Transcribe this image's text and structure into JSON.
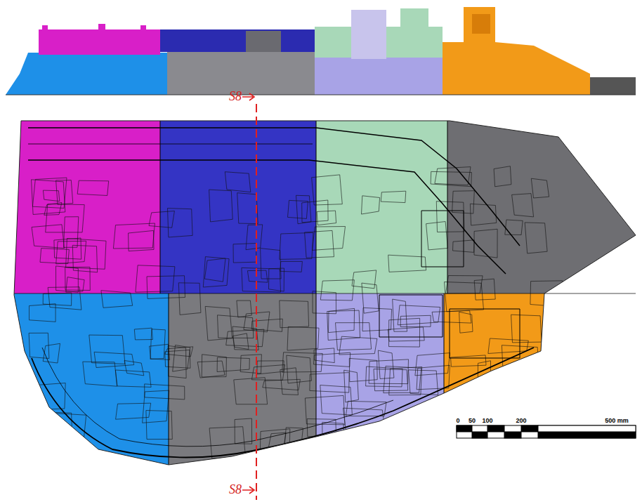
{
  "diagram": {
    "labels": [
      "S8",
      "S8",
      "0",
      "50",
      "100",
      "200",
      "500 mm"
    ]
  }
}
